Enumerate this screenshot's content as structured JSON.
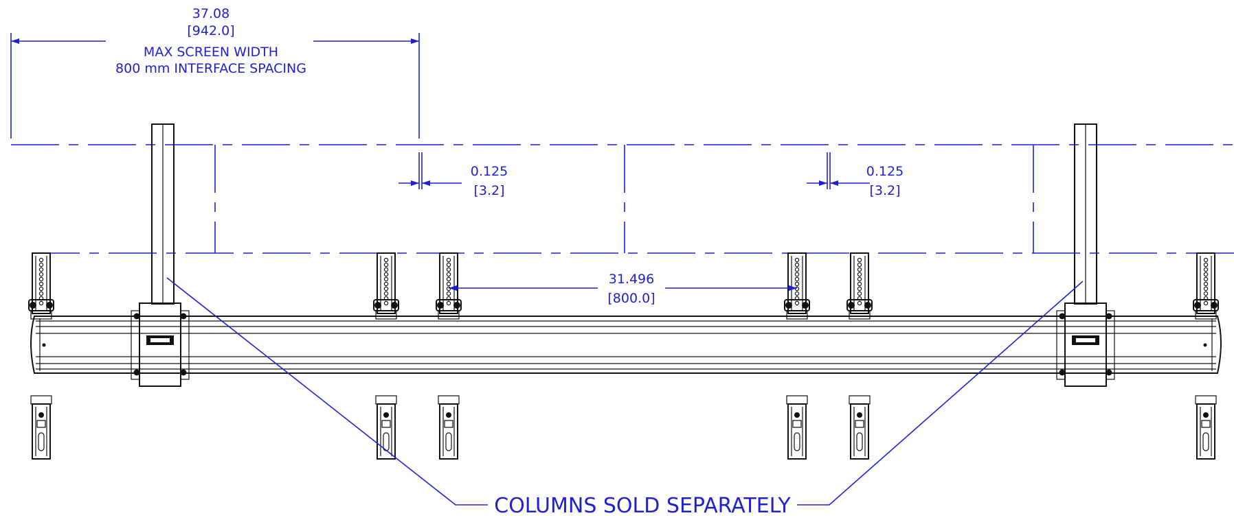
{
  "dimensions": {
    "max_width": {
      "inches": "37.08",
      "mm": "[942.0]",
      "caption_line1": "MAX SCREEN WIDTH",
      "caption_line2": "800 mm INTERFACE SPACING"
    },
    "gap_left": {
      "inches": "0.125",
      "mm": "[3.2]"
    },
    "gap_right": {
      "inches": "0.125",
      "mm": "[3.2]"
    },
    "spacing": {
      "inches": "31.496",
      "mm": "[800.0]"
    }
  },
  "callout": {
    "label": "COLUMNS SOLD SEPARATELY"
  },
  "colors": {
    "dimension": "#1f1fd6",
    "part": "#111111",
    "background": "#ffffff"
  }
}
